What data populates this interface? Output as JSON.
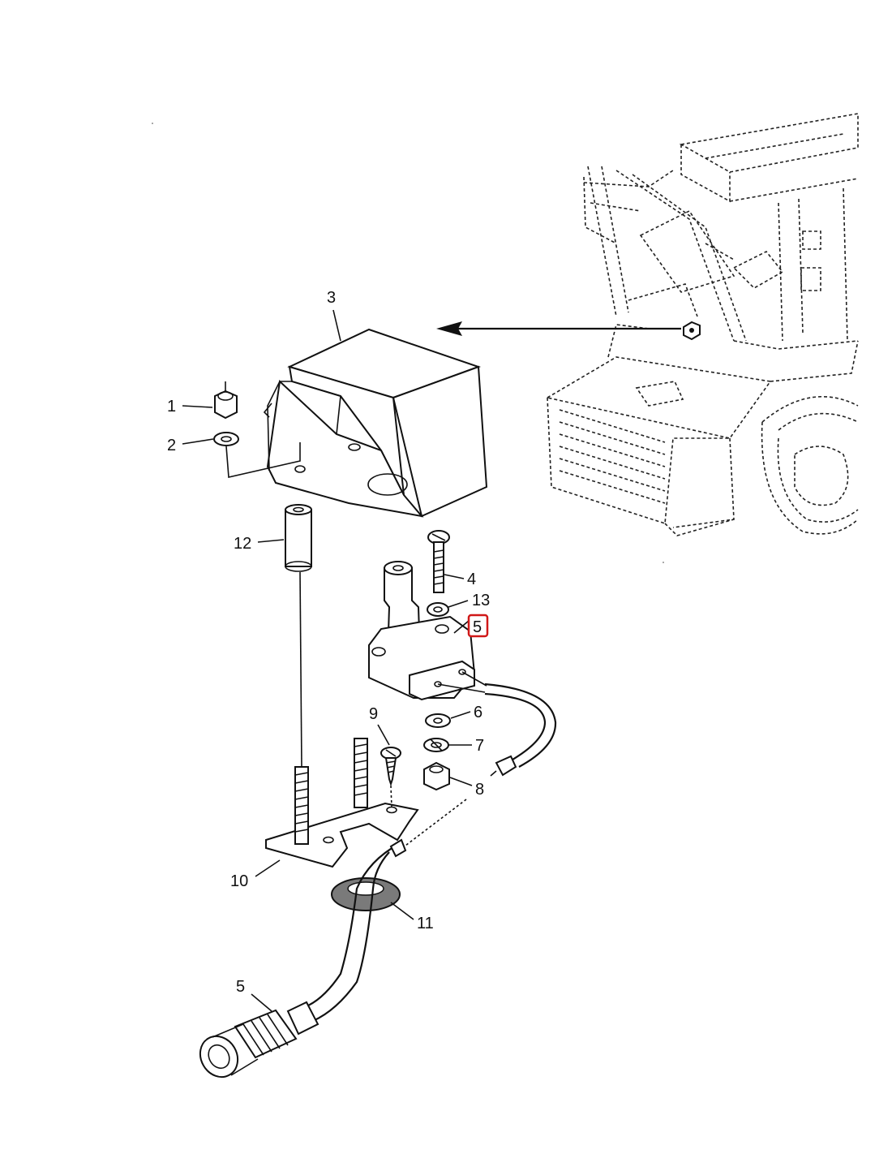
{
  "diagram": {
    "callouts": {
      "c1": "1",
      "c2": "2",
      "c3": "3",
      "c4": "4",
      "c5_highlighted": "5",
      "c5_connector": "5",
      "c6": "6",
      "c7": "7",
      "c8": "8",
      "c9": "9",
      "c10": "10",
      "c11": "11",
      "c12": "12",
      "c13": "13"
    },
    "highlight_color": "#d01818",
    "line_color": "#111111",
    "icons": [
      "arrow-icon",
      "tractor-outline-icon"
    ]
  }
}
